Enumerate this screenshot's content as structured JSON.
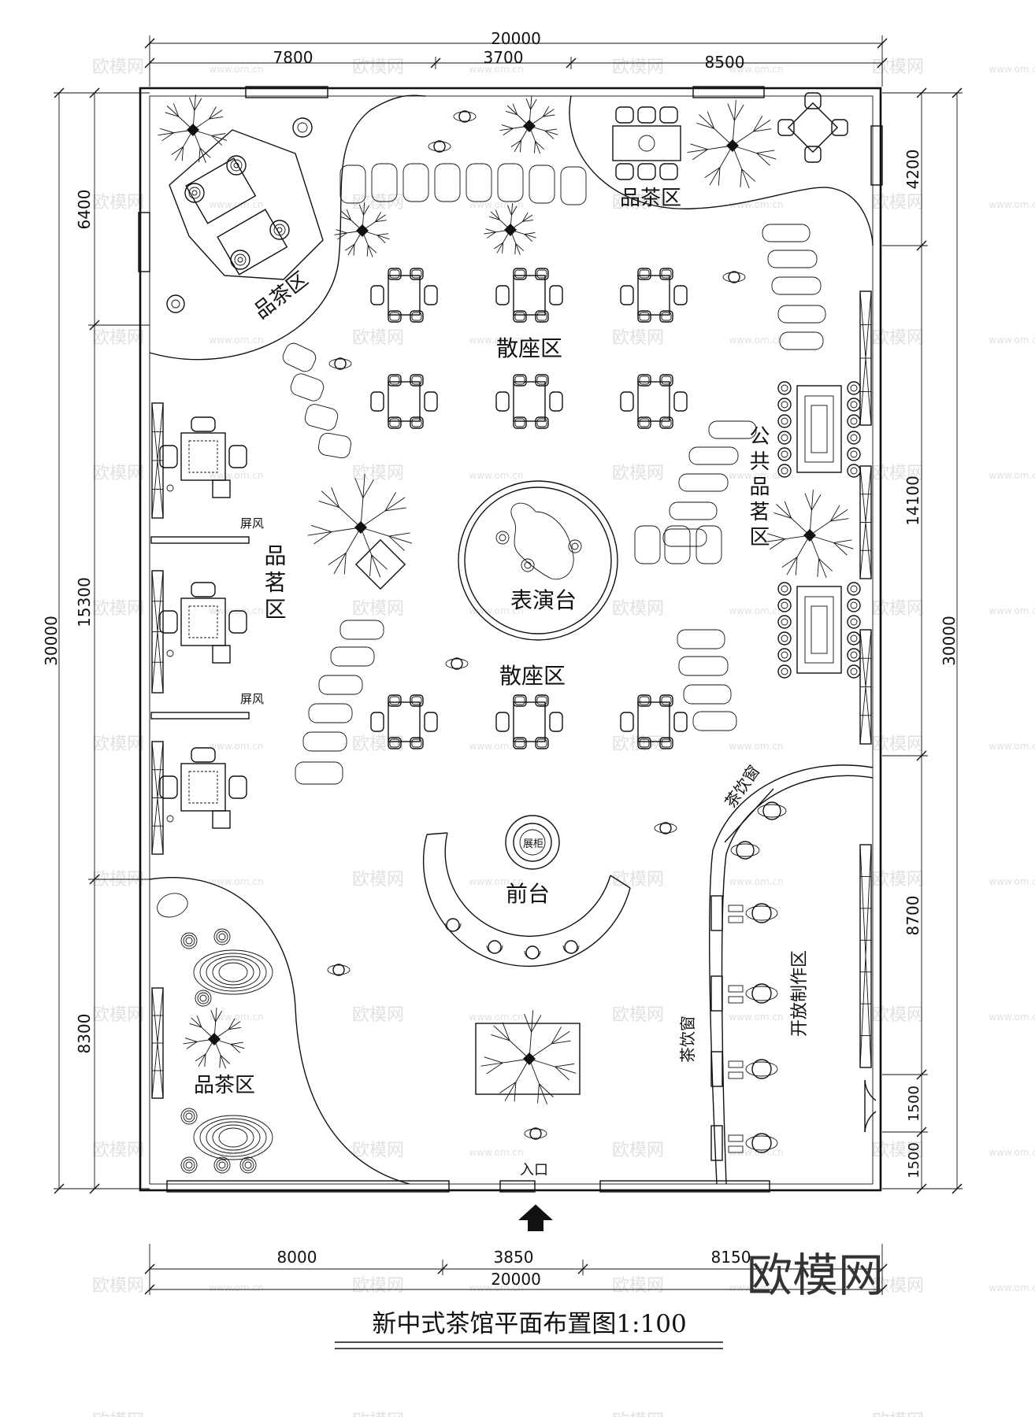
{
  "title": "新中式茶馆平面布置图1:100",
  "watermark": "欧模网",
  "watermark_small": "www.om.cn",
  "dimensions": {
    "top_total": "20000",
    "top_segments": [
      "7800",
      "3700",
      "8500"
    ],
    "bottom_segments": [
      "8000",
      "3850",
      "8150"
    ],
    "bottom_total": "20000",
    "left_total": "30000",
    "left_segments": [
      "6400",
      "15300",
      "8300"
    ],
    "right_total": "30000",
    "right_segments": [
      "4200",
      "14100",
      "8700",
      "1500",
      "1500"
    ]
  },
  "zones": {
    "tea_top_left": "品茶区",
    "tea_top_right": "品茶区",
    "tea_bottom_left": "品茶区",
    "scatter_top": "散座区",
    "scatter_mid": "散座区",
    "stage": "表演台",
    "public_tea": "公共品茗区",
    "tasting_left": "品茗区",
    "screen_1": "屏风",
    "screen_2": "屏风",
    "display": "展柜",
    "front_desk": "前台",
    "tea_window_1": "茶饮窗",
    "tea_window_2": "茶饮窗",
    "open_kitchen": "开放制作区",
    "entrance": "入口"
  }
}
